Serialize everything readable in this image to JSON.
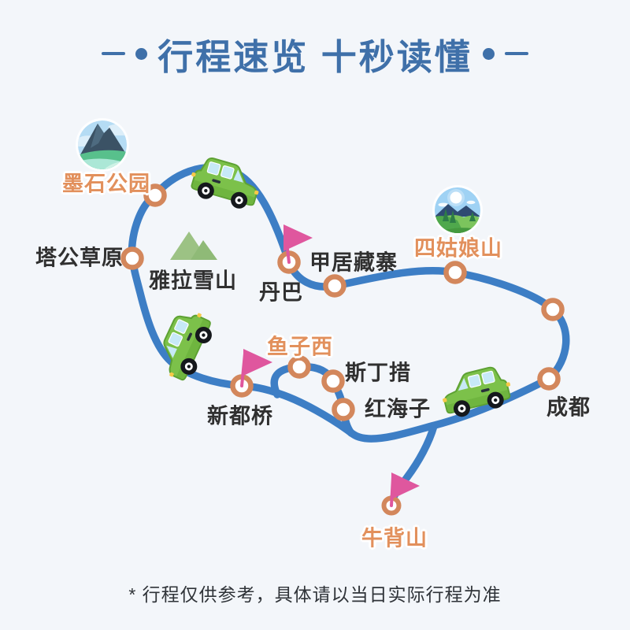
{
  "header": {
    "title": "行程速览 十秒读懂"
  },
  "footer": {
    "note": "* 行程仅供参考，具体请以当日实际行程为准"
  },
  "map": {
    "locations": [
      {
        "id": "moshi-park",
        "name": "墨石公园",
        "emphasis": "orange",
        "marker": "scenery-badge"
      },
      {
        "id": "tagong-grassland",
        "name": "塔公草原",
        "emphasis": "dark",
        "marker": "node"
      },
      {
        "id": "yala-snow-mountain",
        "name": "雅拉雪山",
        "emphasis": "dark",
        "marker": "mountain-icon"
      },
      {
        "id": "danba",
        "name": "丹巴",
        "emphasis": "dark",
        "marker": "flag"
      },
      {
        "id": "jiaju-tibetan-village",
        "name": "甲居藏寨",
        "emphasis": "dark",
        "marker": "node"
      },
      {
        "id": "siguniang-mountain",
        "name": "四姑娘山",
        "emphasis": "orange",
        "marker": "scenery-badge"
      },
      {
        "id": "yuzixi",
        "name": "鱼子西",
        "emphasis": "orange",
        "marker": "node"
      },
      {
        "id": "sidingcuo",
        "name": "斯丁措",
        "emphasis": "dark",
        "marker": "node"
      },
      {
        "id": "honghaizi",
        "name": "红海子",
        "emphasis": "dark",
        "marker": "node"
      },
      {
        "id": "xinduqiao",
        "name": "新都桥",
        "emphasis": "dark",
        "marker": "flag"
      },
      {
        "id": "chengdu",
        "name": "成都",
        "emphasis": "dark",
        "marker": "node"
      },
      {
        "id": "niubei-mountain",
        "name": "牛背山",
        "emphasis": "orange",
        "marker": "flag"
      }
    ],
    "colors": {
      "background": "#F3F6FA",
      "title_blue": "#3F70A9",
      "route_blue": "#3D7EC5",
      "node_ring": "#D3875C",
      "label_orange": "#E2905C",
      "label_dark": "#303030",
      "flag_pink": "#DF579E",
      "jeep_green": "#7CC14A",
      "mountain_green": "#9CC284"
    },
    "icons": [
      "mountain-lake-badge-icon",
      "sun-valley-badge-icon",
      "snow-mountain-icon",
      "jeep-icon",
      "pennant-flag-icon",
      "route-node-icon"
    ]
  }
}
